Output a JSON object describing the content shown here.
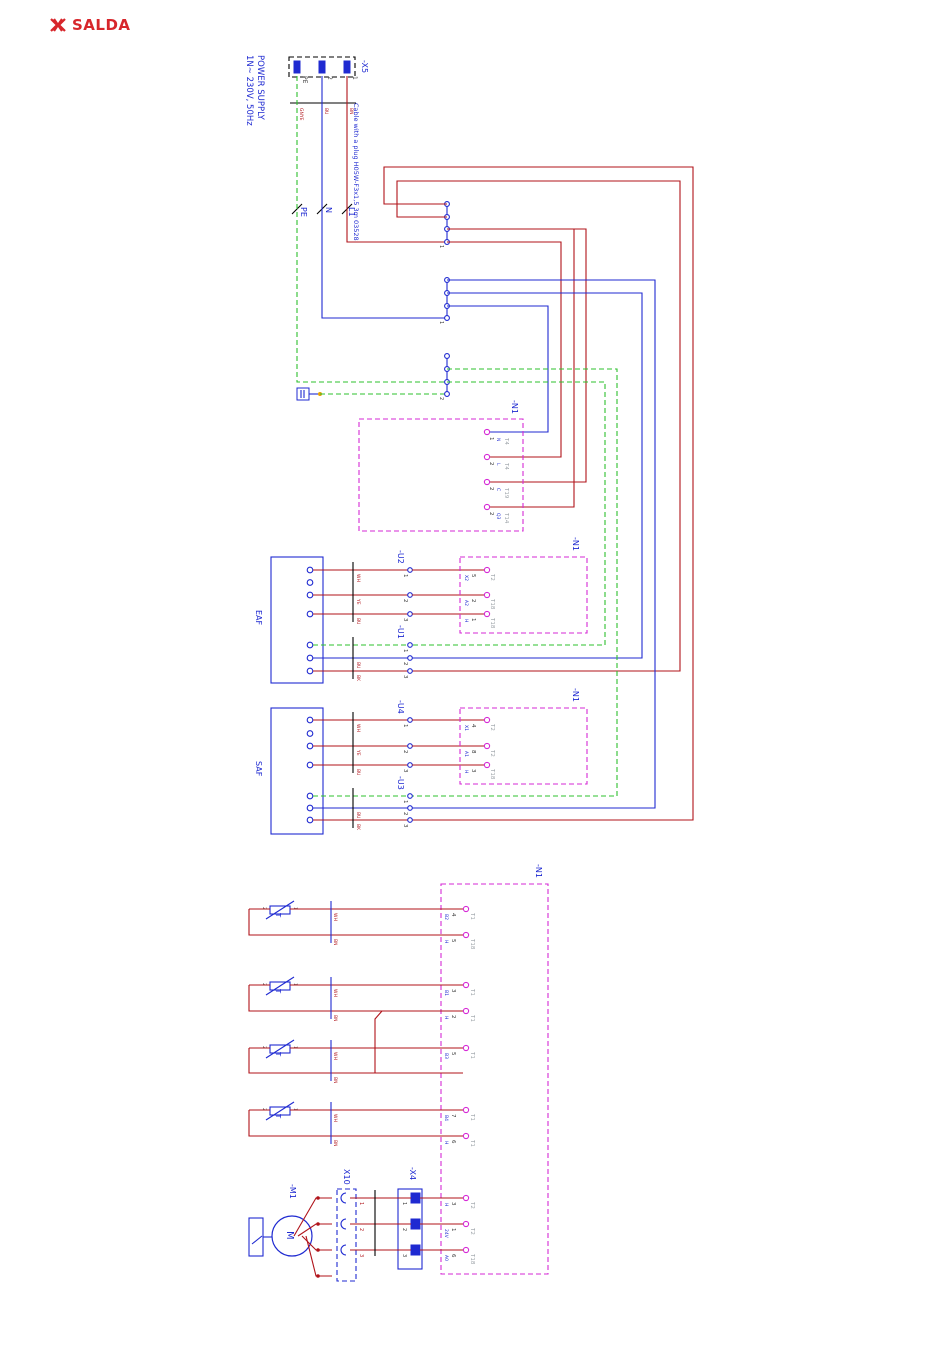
{
  "header": {
    "brand": "SALDA"
  },
  "colors": {
    "brand": "#d7262b",
    "blue": "#1f2ad1",
    "red": "#b0131a",
    "green": "#2ec02e",
    "magenta": "#d62ad6"
  },
  "power": {
    "title": "POWER SUPPLY",
    "spec": "1N~ 230V, 50Hz",
    "connector": "-X5",
    "cable": "Cable with a plug H05W-F3x1,5 3m 03528",
    "pe_label": "PE",
    "n_label": "N",
    "l_label": "L1",
    "pins": [
      "PE",
      "2",
      "1"
    ],
    "wire_colors": [
      "GNYE",
      "BU",
      "BN"
    ],
    "terminal_number": "1",
    "terminal_number_2": "2"
  },
  "controller": {
    "n1": "-N1",
    "top_terms": [
      {
        "num": "1",
        "sig": "N",
        "t": "T4"
      },
      {
        "num": "2",
        "sig": "L",
        "t": "T4"
      },
      {
        "num": "2",
        "sig": "C",
        "t": "T19"
      },
      {
        "num": "2",
        "sig": "Q3",
        "t": "T14"
      }
    ]
  },
  "eaf": {
    "label": "EAF",
    "n1": "-N1",
    "u_ctrl": "-U2",
    "u_pow": "-U1",
    "ctrl_terms": [
      {
        "num": "5",
        "sig": "X2",
        "t": "T2"
      },
      {
        "num": "2",
        "sig": "A2",
        "t": "T18"
      },
      {
        "num": "1",
        "sig": "H",
        "t": "T18"
      }
    ],
    "ctrl_colors": [
      "WH",
      "YE",
      "BU"
    ],
    "ctrl_pins": [
      "1",
      "2",
      "3"
    ],
    "pow_colors": [
      "BU",
      "BK"
    ],
    "pow_pins": [
      "1",
      "2",
      "3"
    ]
  },
  "saf": {
    "label": "SAF",
    "n1": "-N1",
    "u_ctrl": "-U4",
    "u_pow": "-U3",
    "ctrl_terms": [
      {
        "num": "4",
        "sig": "X1",
        "t": "T2"
      },
      {
        "num": "8",
        "sig": "A1",
        "t": "T2"
      },
      {
        "num": "3",
        "sig": "H",
        "t": "T18"
      }
    ],
    "ctrl_colors": [
      "WH",
      "YE",
      "BU"
    ],
    "ctrl_pins": [
      "1",
      "2",
      "3"
    ],
    "pow_colors": [
      "BU",
      "BK"
    ],
    "pow_pins": [
      "1",
      "2",
      "3"
    ]
  },
  "sensors": {
    "n1": "-N1",
    "items": [
      {
        "top": {
          "num": "4",
          "sig": "B2",
          "t": "T1"
        },
        "bot": {
          "num": "5",
          "sig": "H",
          "t": "T18"
        }
      },
      {
        "top": {
          "num": "3",
          "sig": "B1",
          "t": "T1"
        },
        "bot": {
          "num": "2",
          "sig": "H",
          "t": "T1"
        }
      },
      {
        "top": {
          "num": "5",
          "sig": "B3",
          "t": "T1"
        },
        "bot": null
      },
      {
        "top": {
          "num": "7",
          "sig": "B4",
          "t": "T1"
        },
        "bot": {
          "num": "6",
          "sig": "H",
          "t": "T1"
        }
      }
    ],
    "wire_a": "WH",
    "wire_b": "BN",
    "pin_a": "1",
    "pin_b": "2",
    "symbol": "T"
  },
  "motor": {
    "label": "-M1",
    "symbol": "M",
    "x10": "X10",
    "x4": "-X4",
    "pins": [
      "1",
      "2",
      "3"
    ],
    "terms": [
      {
        "num": "3",
        "sig": "H",
        "t": "T2"
      },
      {
        "num": "1",
        "sig": "24V",
        "t": "T2"
      },
      {
        "num": "6",
        "sig": "A0",
        "t": "T18"
      }
    ]
  }
}
